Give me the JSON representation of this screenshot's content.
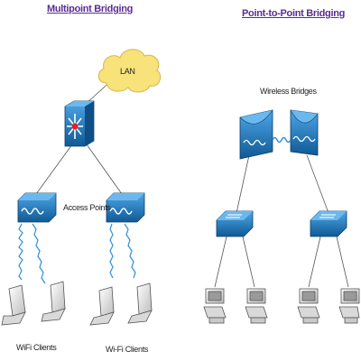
{
  "left_panel": {
    "title": "Multipoint Bridging",
    "cloud_label": "LAN",
    "access_points_label": "Access Points",
    "clients_label": "WiFi Clients"
  },
  "right_panel": {
    "title": "Point-to-Point Bridging",
    "bridges_label": "Wireless Bridges",
    "clients_label": "Wi-Fi Clients"
  },
  "colors": {
    "device_blue": "#1f7fc9",
    "device_dark": "#0f5a96",
    "cloud_fill": "#f8e27a",
    "title_purple": "#5a2d91",
    "link_blue": "#2f8fd9"
  }
}
